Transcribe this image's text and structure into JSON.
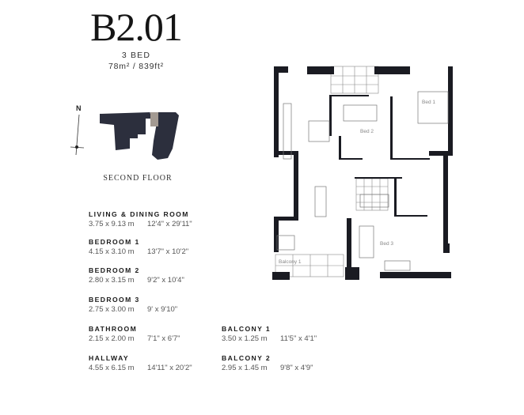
{
  "header": {
    "unit": "B2.01",
    "beds": "3 BED",
    "area": "78m² / 839ft²"
  },
  "keyplan": {
    "north_label": "N",
    "floor_label": "SECOND FLOOR",
    "building_color": "#2c2f3d",
    "highlight_color": "#a39a92"
  },
  "rooms": [
    {
      "name": "LIVING & DINING ROOM",
      "metric": "3.75 x 9.13 m",
      "imperial": "12'4\" x 29'11\""
    },
    {
      "name": "BEDROOM 1",
      "metric": "4.15 x 3.10 m",
      "imperial": "13'7\" x 10'2\""
    },
    {
      "name": "BEDROOM 2",
      "metric": "2.80 x 3.15 m",
      "imperial": "9'2\" x 10'4\""
    },
    {
      "name": "BEDROOM 3",
      "metric": "2.75 x 3.00 m",
      "imperial": "9' x 9'10\""
    },
    {
      "name": "BATHROOM",
      "metric": "2.15 x 2.00 m",
      "imperial": "7'1\" x 6'7\""
    },
    {
      "name": "HALLWAY",
      "metric": "4.55  x 6.15 m",
      "imperial": "14'11\" x 20'2\""
    },
    {
      "name": "BALCONY 1",
      "metric": "3.50  x 1.25 m",
      "imperial": "11'5\" x 4'1\""
    },
    {
      "name": "BALCONY 2",
      "metric": "2.95  x 1.45 m",
      "imperial": "9'8\" x 4'9\""
    }
  ],
  "plan": {
    "labels": {
      "bed1": "Bed 1",
      "bed2": "Bed 2",
      "bed3": "Bed 3",
      "balcony1": "Balcony 1"
    },
    "wall_color": "#1a1b22"
  }
}
